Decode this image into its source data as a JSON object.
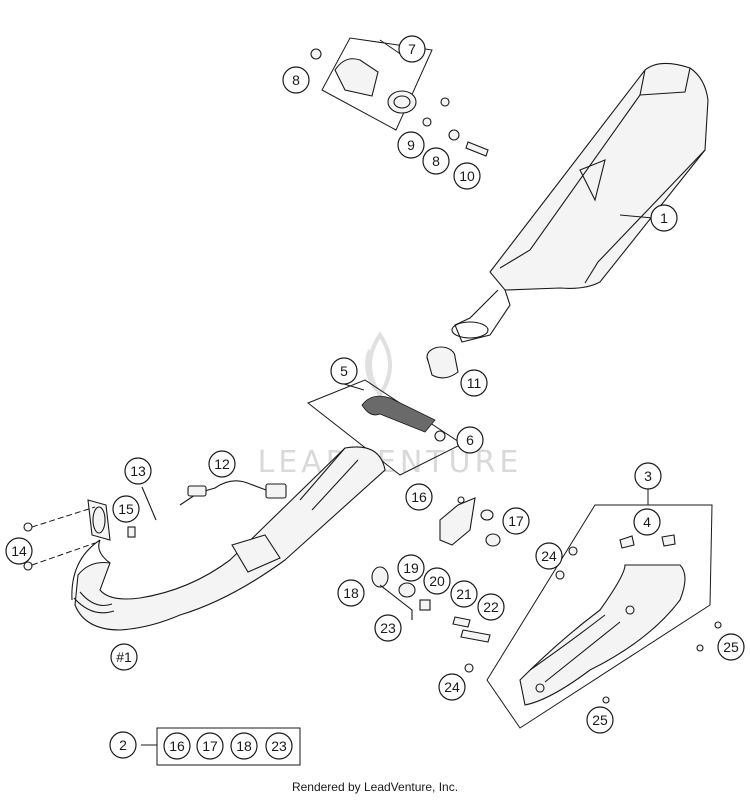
{
  "watermark": "LEADVENTURE",
  "footer": "Rendered by LeadVenture, Inc.",
  "callouts": {
    "c1": "1",
    "c2": "2",
    "c3": "3",
    "c4": "4",
    "c5": "5",
    "c6": "6",
    "c7": "7",
    "c8a": "8",
    "c8b": "8",
    "c9": "9",
    "c10": "10",
    "c11": "11",
    "c12": "12",
    "c13": "13",
    "c14": "14",
    "c15": "15",
    "c16": "16",
    "c17": "17",
    "c18": "18",
    "c19": "19",
    "c20": "20",
    "c21": "21",
    "c22": "22",
    "c23": "23",
    "c24a": "24",
    "c24b": "24",
    "c25a": "25",
    "c25b": "25",
    "h1": "#1",
    "k16": "16",
    "k17": "17",
    "k18": "18",
    "k23": "23"
  }
}
